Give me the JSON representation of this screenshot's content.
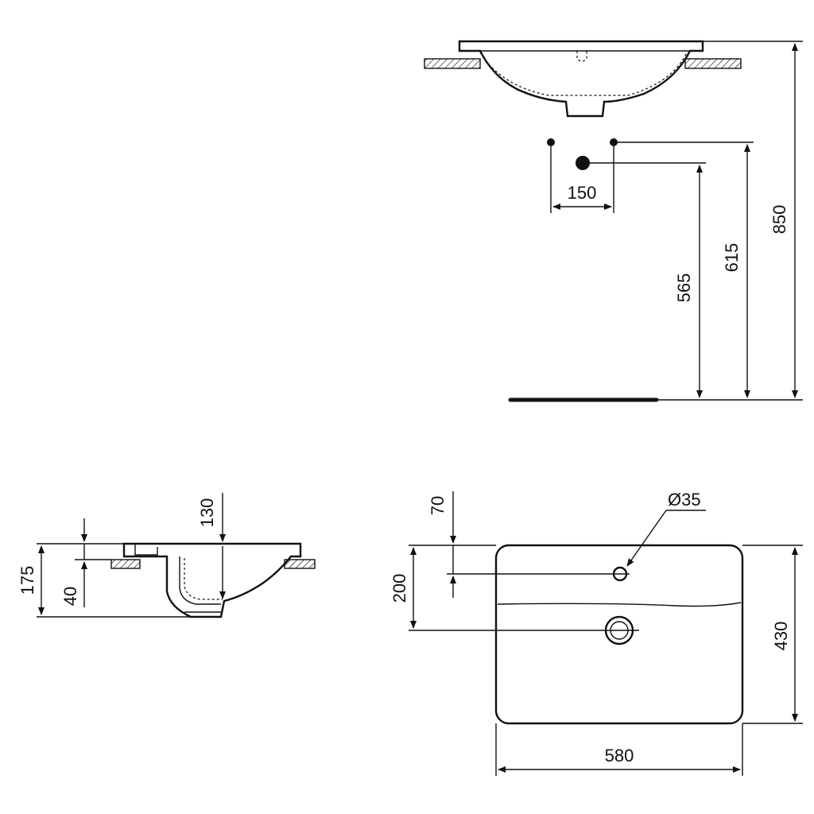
{
  "front_view": {
    "dim_tap_spacing": "150",
    "dim_waste_height": "565",
    "dim_supply_height": "615",
    "dim_rim_height": "850"
  },
  "side_view": {
    "dim_bowl_depth": "130",
    "dim_total_height": "175",
    "dim_counter_thickness": "40"
  },
  "top_view": {
    "dim_tap_hole_diameter": "Ø35",
    "dim_tap_hole_offset": "70",
    "dim_waste_offset": "200",
    "dim_depth": "430",
    "dim_width": "580"
  }
}
